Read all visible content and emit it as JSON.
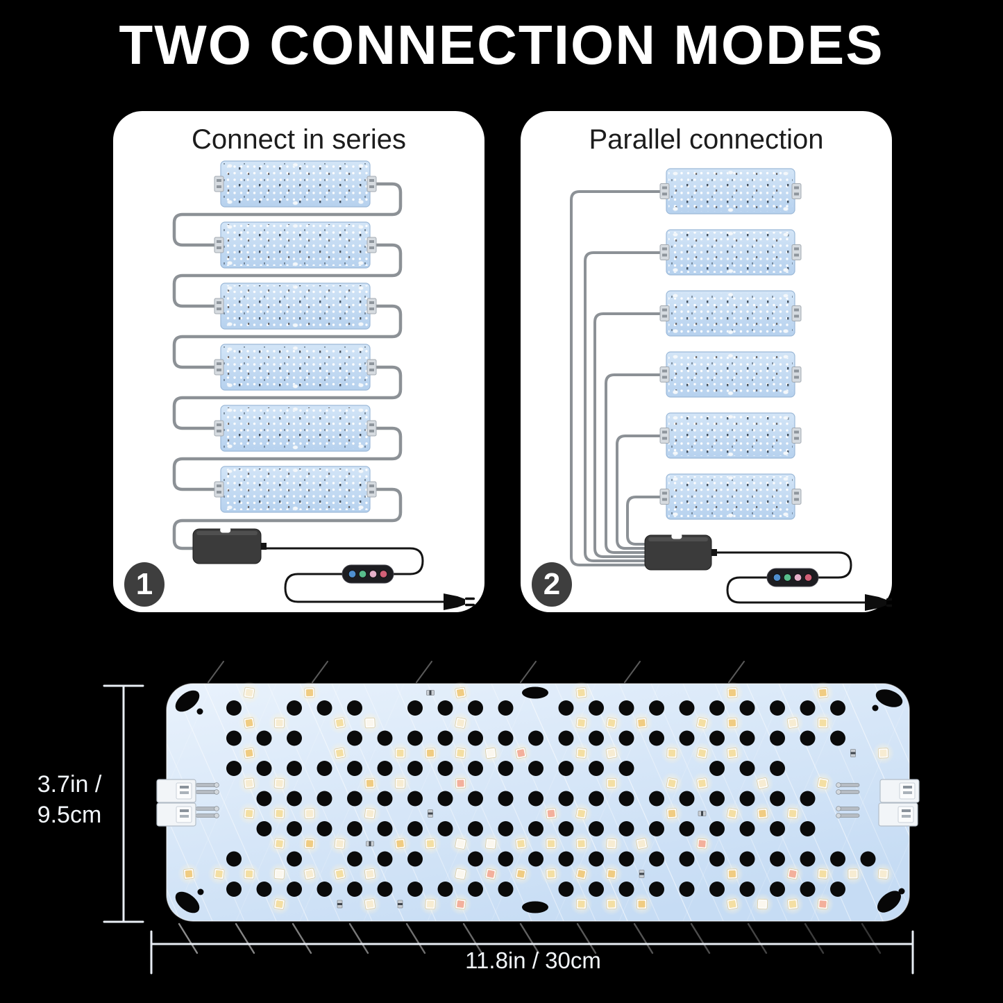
{
  "title": "TWO CONNECTION MODES",
  "cards": [
    {
      "number": "1",
      "title": "Connect in series",
      "mode": "series",
      "panel_count": 6
    },
    {
      "number": "2",
      "title": "Parallel connection",
      "mode": "parallel",
      "panel_count": 6
    }
  ],
  "dimensions": {
    "height_label_line1": "3.7in /",
    "height_label_line2": "9.5cm",
    "width_label": "11.8in / 30cm"
  },
  "colors": {
    "background": "#000000",
    "card_bg": "#ffffff",
    "card_title": "#1c1c1c",
    "panel_fill_light": "#d3e5f7",
    "panel_fill": "#b6d1ee",
    "panel_stroke": "#9cb9d8",
    "wire_gray": "#8c9196",
    "cable_black": "#141414",
    "adapter": "#3b3b3b",
    "badge_bg": "#3e3e3e",
    "badge_text": "#ffffff",
    "controller_body": "#1d1d21",
    "controller_buttons": [
      "#4f8fd0",
      "#58bd8b",
      "#e5afc9",
      "#d26077"
    ],
    "big_panel_top": "#e9f2fc",
    "big_panel_bottom": "#c6dcf4",
    "hole": "#0a0a0a",
    "led_palette": [
      "#f4dfa3",
      "#f7ecd2",
      "#f0cc82",
      "#fbf7ee",
      "#f3b09c"
    ],
    "dimension_line": "#e9eef5",
    "dimension_text": "#f2f6fa"
  }
}
